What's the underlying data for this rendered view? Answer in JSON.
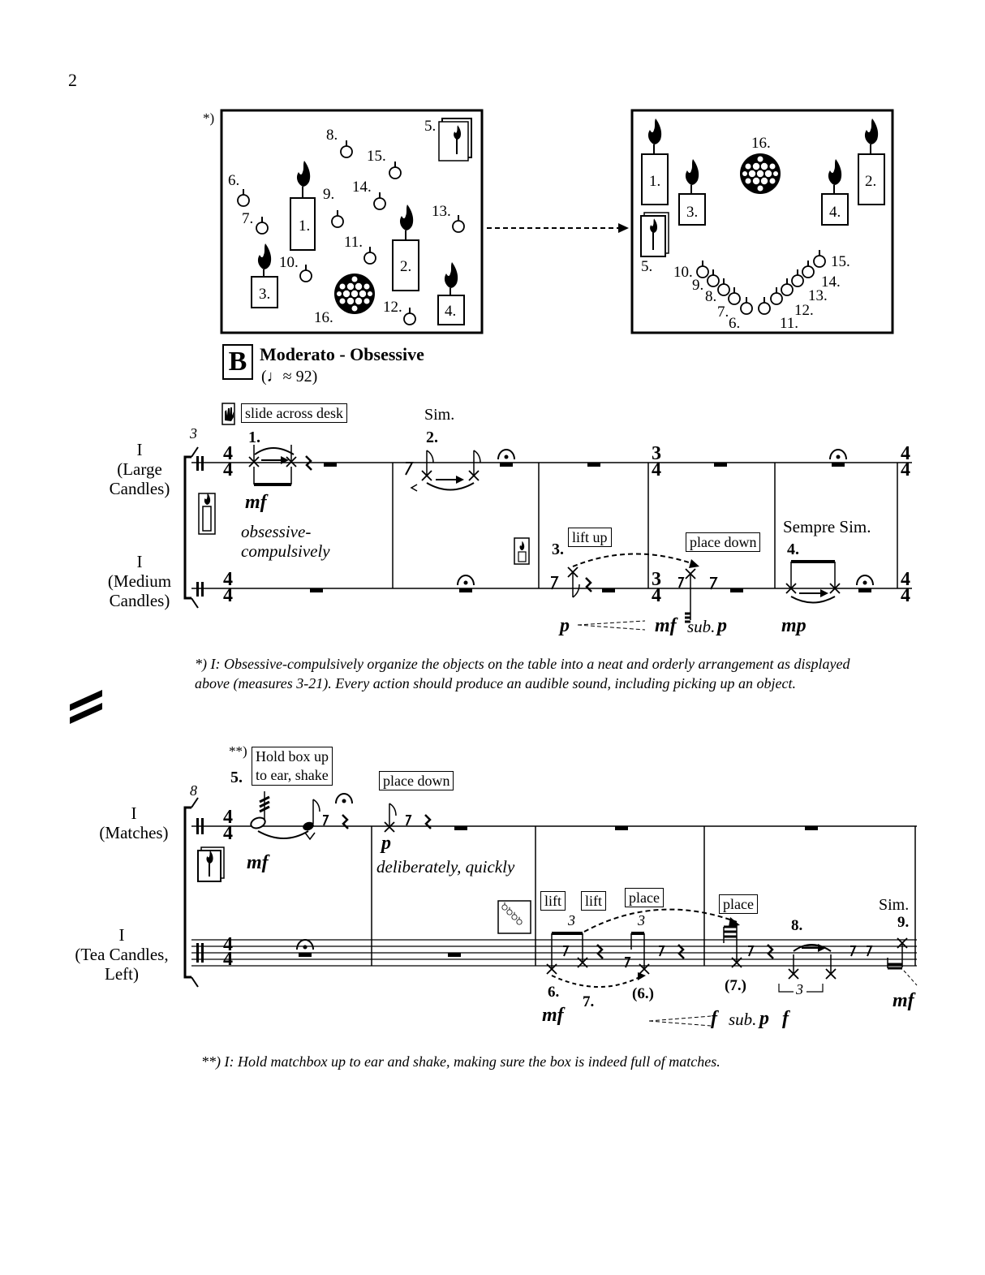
{
  "page_number": "2",
  "footnote_marker_1": "*)",
  "footnote_marker_2": "**)",
  "diagram_before": {
    "labels": [
      "1.",
      "2.",
      "3.",
      "4.",
      "5.",
      "6.",
      "7.",
      "8.",
      "9.",
      "10.",
      "11.",
      "12.",
      "13.",
      "14.",
      "15.",
      "16."
    ]
  },
  "diagram_after": {
    "labels": [
      "1.",
      "2.",
      "3.",
      "4.",
      "5.",
      "6.",
      "7.",
      "8.",
      "9.",
      "10.",
      "11.",
      "12.",
      "13.",
      "14.",
      "15.",
      "16."
    ]
  },
  "rehearsal": {
    "letter": "B",
    "tempo_text": "Moderato - Obsessive",
    "metronome": "(♩≈ 92)"
  },
  "system1": {
    "measure_number": "3",
    "staff_top_label": [
      "I",
      "(Large",
      "Candles)"
    ],
    "staff_bottom_label": [
      "I",
      "(Medium",
      "Candles)"
    ],
    "instruction_slide": "slide across desk",
    "sim": "Sim.",
    "num_1": "1.",
    "num_2": "2.",
    "num_3": "3.",
    "num_4": "4.",
    "lift_up": "lift up",
    "place_down": "place down",
    "sempre_sim": "Sempre Sim.",
    "expression_1": "obsessive-",
    "expression_2": "compulsively",
    "dyn_mf": "mf",
    "dyn_p": "p",
    "dyn_mf2": "mf",
    "sub": "sub.",
    "dyn_p2": "p",
    "dyn_mp": "mp",
    "time_4": "4",
    "time_3": "3"
  },
  "footnote_1": {
    "marker": "*)",
    "text": "I: Obsessive-compulsively organize the objects on the table into a neat and orderly arrangement as displayed above (measures 3-21). Every action should produce an audible sound, including picking up an object."
  },
  "system2": {
    "measure_number": "8",
    "staff_top_label": [
      "I",
      "(Matches)"
    ],
    "staff_bottom_label": [
      "I",
      "(Tea Candles,",
      "Left)"
    ],
    "marker": "**)",
    "hold_box_1": "Hold box up",
    "hold_box_2": "to ear, shake",
    "place_down": "place down",
    "num_5": "5.",
    "num_6": "6.",
    "num_7": "7.",
    "num_6b": "(6.)",
    "num_7b": "(7.)",
    "num_8": "8.",
    "num_9": "9.",
    "lift_1": "lift",
    "lift_2": "lift",
    "place_1": "place",
    "place_2": "place",
    "sim": "Sim.",
    "expression": "deliberately, quickly",
    "tuplet_3": "3",
    "dyn_mf": "mf",
    "dyn_p": "p",
    "dyn_mf2": "mf",
    "dyn_f": "f",
    "sub": "sub.",
    "dyn_p2": "p",
    "dyn_f2": "f",
    "dyn_mf3": "mf"
  },
  "footnote_2": {
    "marker": "**)",
    "text": "I: Hold matchbox up to ear and shake, making sure the box is indeed full of matches."
  }
}
